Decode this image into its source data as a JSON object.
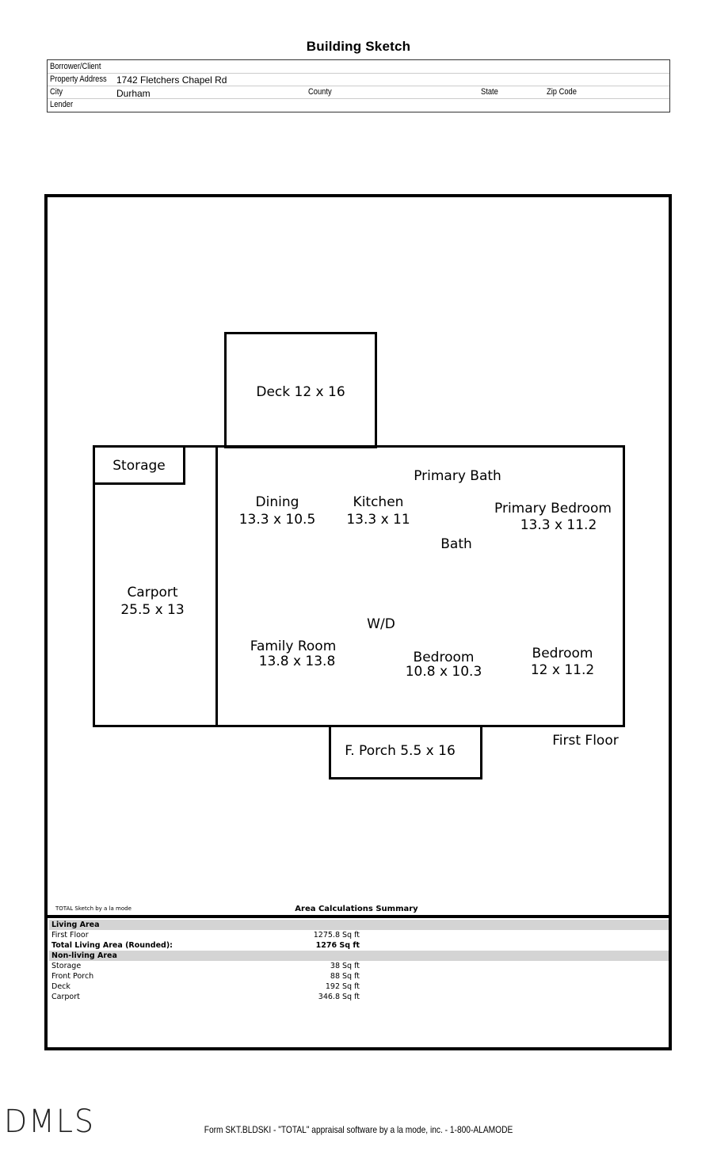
{
  "document": {
    "title": "Building Sketch"
  },
  "header_fields": {
    "borrower_label": "Borrower/Client",
    "borrower_value": "",
    "address_label": "Property Address",
    "address_value": "1742 Fletchers Chapel Rd",
    "city_label": "City",
    "city_value": "Durham",
    "county_label": "County",
    "county_value": "",
    "state_label": "State",
    "state_value": "",
    "zip_label": "Zip Code",
    "zip_value": "",
    "lender_label": "Lender",
    "lender_value": ""
  },
  "sketch": {
    "floor_label": "First Floor",
    "rooms": {
      "deck": "Deck 12 x 16",
      "storage": "Storage",
      "carport_name": "Carport",
      "carport_dim": "25.5 x 13",
      "dining_name": "Dining",
      "dining_dim": "13.3 x 10.5",
      "kitchen_name": "Kitchen",
      "kitchen_dim": "13.3 x 11",
      "primary_bath": "Primary Bath",
      "primary_bedroom_name": "Primary Bedroom",
      "primary_bedroom_dim": "13.3 x 11.2",
      "bath": "Bath",
      "wd": "W/D",
      "family_room_name": "Family Room",
      "family_room_dim": "13.8 x 13.8",
      "bedroom2_name": "Bedroom",
      "bedroom2_dim": "10.8 x 10.3",
      "bedroom3_name": "Bedroom",
      "bedroom3_dim": "12 x 11.2",
      "porch": "F. Porch 5.5 x 16"
    }
  },
  "area_summary": {
    "credit": "TOTAL Sketch by a la mode",
    "title": "Area Calculations Summary",
    "living_header": "Living Area",
    "living_rows": [
      {
        "name": "First Floor",
        "value": "1275.8 Sq ft"
      }
    ],
    "total_label": "Total Living Area (Rounded):",
    "total_value": "1276 Sq ft",
    "nonliving_header": "Non-living Area",
    "nonliving_rows": [
      {
        "name": "Storage",
        "value": "38 Sq ft"
      },
      {
        "name": "Front Porch",
        "value": "88 Sq ft"
      },
      {
        "name": "Deck",
        "value": "192 Sq ft"
      },
      {
        "name": "Carport",
        "value": "346.8 Sq ft"
      }
    ]
  },
  "footer": {
    "form_text": "Form SKT.BLDSKI - \"TOTAL\" appraisal software by a la mode, inc. - 1-800-ALAMODE",
    "watermark": "DMLS"
  },
  "colors": {
    "band_gray": "#d4d4d4",
    "line": "#000000"
  }
}
